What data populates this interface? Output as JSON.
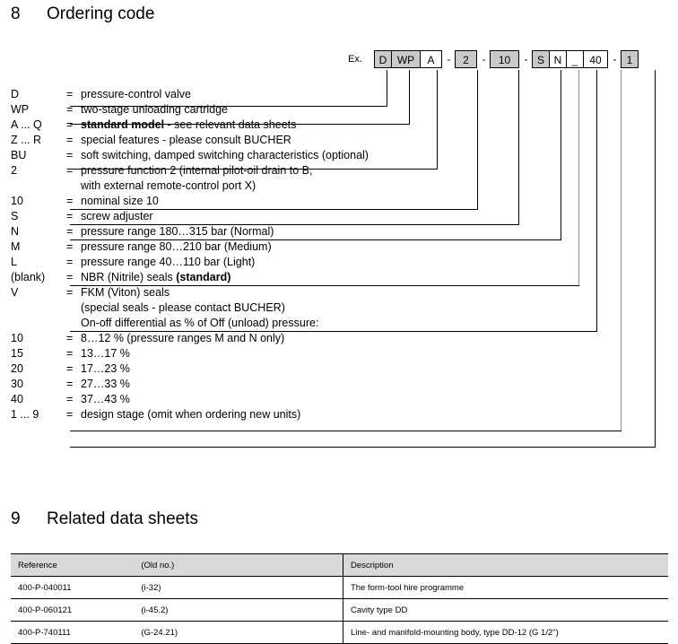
{
  "sections": {
    "ordering_code": {
      "number": "8",
      "title": "Ordering code"
    },
    "related_sheets": {
      "number": "9",
      "title": "Related data sheets"
    }
  },
  "example": {
    "label": "Ex.",
    "boxes": [
      {
        "text": "D",
        "shaded": true
      },
      {
        "text": "WP",
        "shaded": true
      },
      {
        "text": "A",
        "shaded": false
      },
      {
        "text": "2",
        "shaded": true
      },
      {
        "text": "10",
        "shaded": true
      },
      {
        "text": "S",
        "shaded": true
      },
      {
        "text": "N",
        "shaded": false
      },
      {
        "text": "_",
        "shaded": false
      },
      {
        "text": "40",
        "shaded": false
      },
      {
        "text": "1",
        "shaded": true
      }
    ],
    "separator": "-"
  },
  "legend": [
    {
      "key": "D",
      "eq": "=",
      "value": "pressure-control valve"
    },
    {
      "key": "WP",
      "eq": "=",
      "value": "two-stage unloading cartridge"
    },
    {
      "key": "A ... Q",
      "eq": "=",
      "value_bold": "standard model",
      "value_rest": " - see relevant data sheets"
    },
    {
      "key": "Z ... R",
      "eq": "=",
      "value": "special features - please consult BUCHER"
    },
    {
      "key": "BU",
      "eq": "=",
      "value": "soft switching, damped switching characteristics (optional)"
    },
    {
      "key": "2",
      "eq": "=",
      "value": "pressure function 2 (internal pilot-oil drain to B,"
    },
    {
      "key": "",
      "eq": "",
      "value": "with external remote-control port X)"
    },
    {
      "key": "10",
      "eq": "=",
      "value": "nominal size 10"
    },
    {
      "key": "S",
      "eq": "=",
      "value": "screw adjuster"
    },
    {
      "key": "N",
      "eq": "=",
      "value": "pressure range 180…315 bar (Normal)"
    },
    {
      "key": "M",
      "eq": "=",
      "value": "pressure range   80…210 bar (Medium)"
    },
    {
      "key": "L",
      "eq": "=",
      "value": "pressure range   40…110 bar (Light)"
    },
    {
      "key": "(blank)",
      "eq": "=",
      "value_pre": "NBR (Nitrile) seals  ",
      "value_bold": "(standard)"
    },
    {
      "key": "V",
      "eq": "=",
      "value": "FKM (Viton) seals"
    },
    {
      "key": "",
      "eq": "",
      "value": "(special seals - please contact BUCHER)"
    },
    {
      "key": "",
      "eq": "",
      "value": "On-off differential as % of Off (unload) pressure:"
    },
    {
      "key": "10",
      "eq": "=",
      "value": "  8…12 % (pressure ranges M and N only)"
    },
    {
      "key": "15",
      "eq": "=",
      "value": "13…17 %"
    },
    {
      "key": "20",
      "eq": "=",
      "value": "17…23 %"
    },
    {
      "key": "30",
      "eq": "=",
      "value": "27…33 %"
    },
    {
      "key": "40",
      "eq": "=",
      "value": "37…43 %"
    },
    {
      "key": "1 ... 9",
      "eq": "=",
      "value": "design stage (omit when ordering new units)"
    }
  ],
  "table": {
    "headers": [
      "Reference",
      "(Old no.)",
      "Description"
    ],
    "rows": [
      [
        "400-P-040011",
        "(i-32)",
        "The form-tool hire programme"
      ],
      [
        "400-P-060121",
        "(i-45.2)",
        "Cavity type DD"
      ],
      [
        "400-P-740111",
        "(G-24.21)",
        "Line- and manifold-mounting body, type DD-12 (G 1/2\")"
      ]
    ]
  },
  "colors": {
    "box_shaded": "#c9c9c9",
    "table_header": "#d9d9d9",
    "line": "#000000",
    "line_gray": "#8f8f8f"
  }
}
